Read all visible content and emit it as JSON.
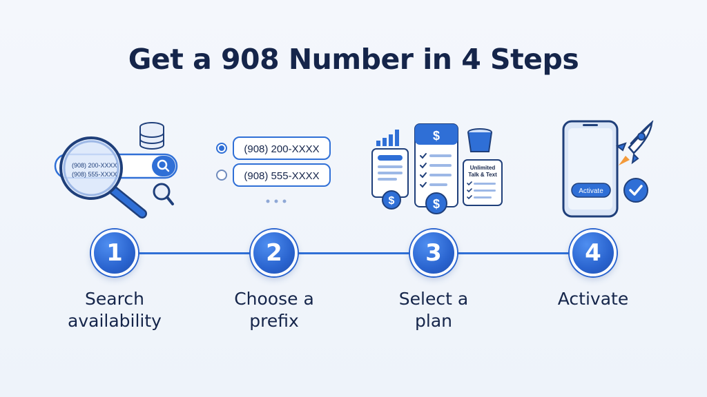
{
  "title": "Get a 908 Number in 4 Steps",
  "steps": [
    {
      "number": "1",
      "label_lines": [
        "Search",
        "availability"
      ]
    },
    {
      "number": "2",
      "label_lines": [
        "Choose a",
        "prefix"
      ]
    },
    {
      "number": "3",
      "label_lines": [
        "Select a",
        "plan"
      ]
    },
    {
      "number": "4",
      "label_lines": [
        "Activate"
      ]
    }
  ],
  "search_illustration": {
    "results": [
      "(908) 200-XXXX",
      "(908) 555-XXXX"
    ],
    "icons": [
      "magnifier-icon",
      "database-icon",
      "search-button-icon",
      "small-magnifier-icon"
    ]
  },
  "prefix_illustration": {
    "options": [
      {
        "text": "(908) 200-XXXX",
        "selected": true
      },
      {
        "text": "(908) 555-XXXX",
        "selected": false
      }
    ],
    "more": "..."
  },
  "plan_illustration": {
    "price_symbol": "$",
    "card_text_lines": [
      "Unlimited",
      "Talk & Text"
    ]
  },
  "activate_illustration": {
    "button_label": "Activate",
    "icons": [
      "phone-icon",
      "rocket-icon",
      "checkmark-icon"
    ]
  },
  "colors": {
    "primary": "#2a64cf",
    "title": "#15254a",
    "line": "#2f6fd6"
  }
}
